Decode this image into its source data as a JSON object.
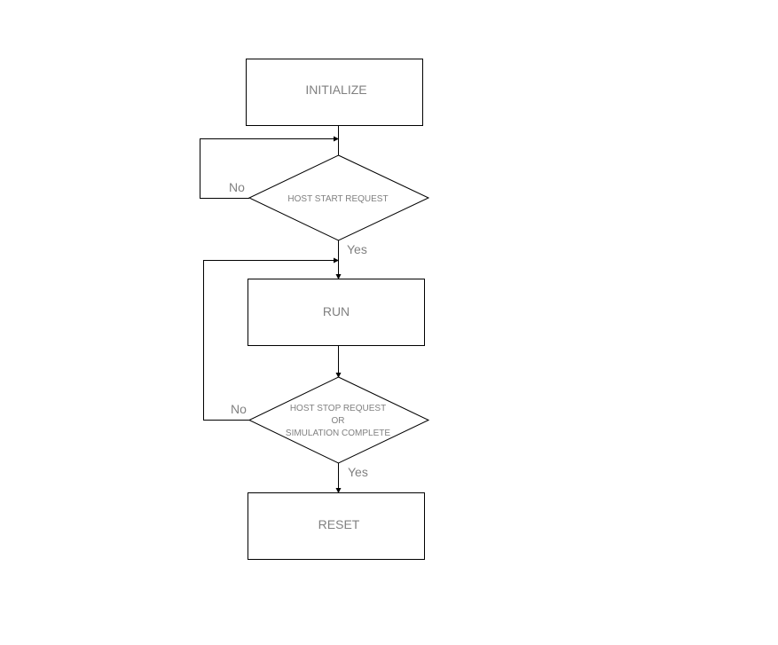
{
  "nodes": {
    "initialize": {
      "label": "INITIALIZE"
    },
    "start_request": {
      "label": "HOST START REQUEST"
    },
    "run": {
      "label": "RUN"
    },
    "stop_request": {
      "lines": [
        "HOST STOP REQUEST",
        "OR",
        "SIMULATION COMPLETE"
      ]
    },
    "reset": {
      "label": "RESET"
    }
  },
  "edges": {
    "start_no": "No",
    "start_yes": "Yes",
    "stop_no": "No",
    "stop_yes": "Yes"
  },
  "colors": {
    "text": "#808080",
    "stroke": "#000000",
    "background": "#ffffff"
  }
}
